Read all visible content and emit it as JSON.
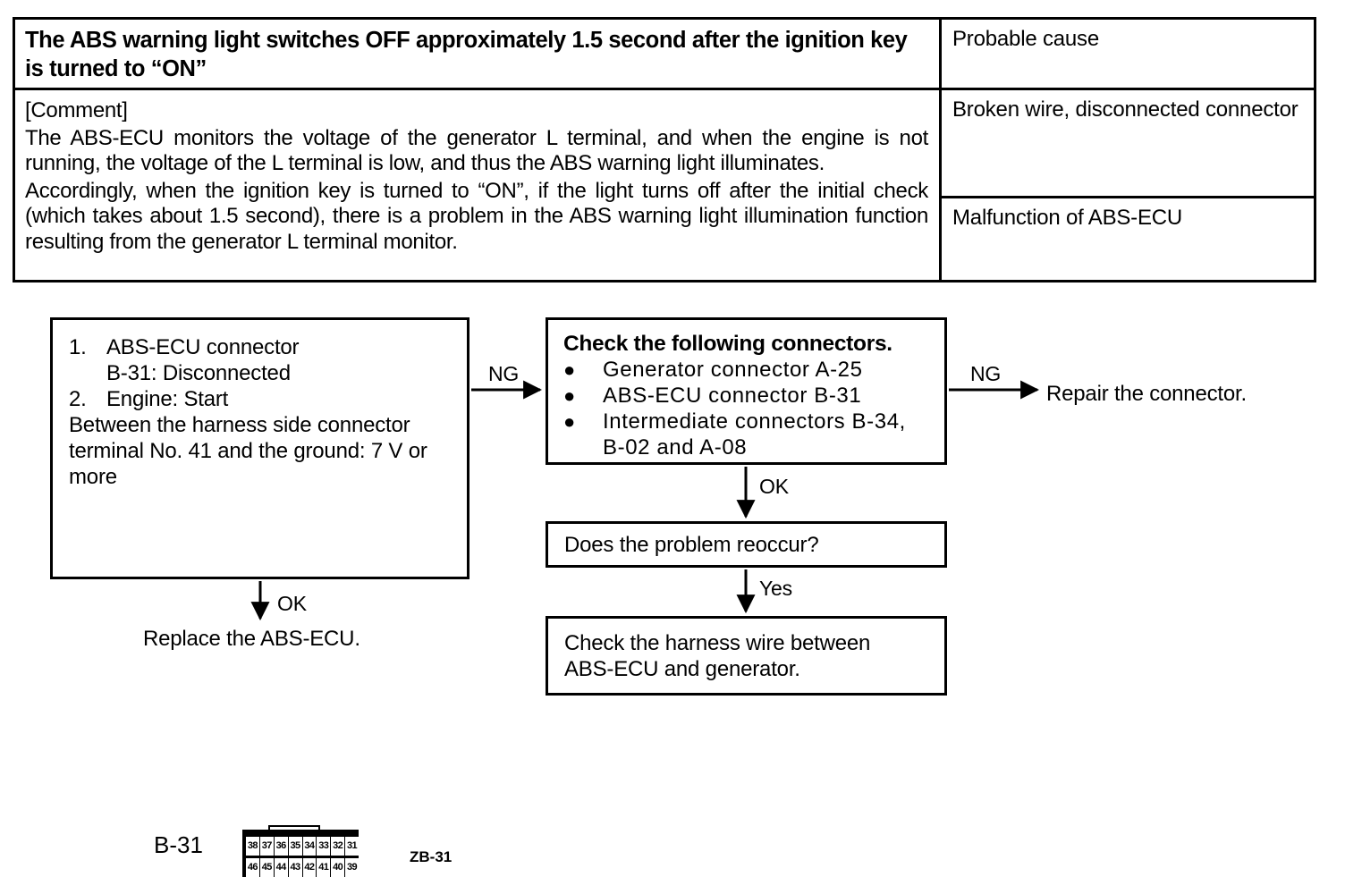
{
  "symptom_table": {
    "title": "The ABS warning light switches OFF approximately 1.5 second after the ignition key is turned to “ON”",
    "cause_header": "Probable cause",
    "comment_label": "[Comment]",
    "comment_paragraph_1": "The ABS-ECU monitors the voltage of the generator L terminal, and when the engine is not running, the voltage of the L terminal is low, and thus the ABS warning light illuminates.",
    "comment_paragraph_2": "Accordingly, when the ignition key is turned to “ON”, if the light turns off after the initial check (which takes about 1.5 second), there is a problem in the ABS warning light illumination function resulting from the generator L terminal monitor.",
    "causes": [
      "Broken wire, disconnected connector",
      "Malfunction of ABS-ECU"
    ]
  },
  "flowchart": {
    "test_box": {
      "step_1_num": "1.",
      "step_1_line_1": "ABS-ECU connector",
      "step_1_line_2": "B-31: Disconnected",
      "step_2_num": "2.",
      "step_2_line_1": "Engine: Start",
      "measurement": "Between the harness side connector terminal No. 41 and the ground: 7 V or more",
      "connector_label": "B-31",
      "connector_code": "ZB-31",
      "pins_top": [
        "38",
        "37",
        "36",
        "35",
        "34",
        "33",
        "32",
        "31"
      ],
      "pins_bottom": [
        "46",
        "45",
        "44",
        "43",
        "42",
        "41",
        "40",
        "39"
      ]
    },
    "check_box": {
      "title": "Check the following connectors.",
      "items": [
        "Generator  connector  A-25",
        "ABS-ECU  connector  B-31",
        "Intermediate connectors B-34,"
      ],
      "item_3_continuation": "B-02  and  A-08",
      "bullet_glyph": "●"
    },
    "reoccur_box": "Does the problem reoccur?",
    "harness_box_line_1": "Check the harness wire between",
    "harness_box_line_2": "ABS-ECU and generator.",
    "replace_text": "Replace the ABS-ECU.",
    "repair_text": "Repair the connector.",
    "labels": {
      "ng_1": "NG",
      "ng_2": "NG",
      "ok_1": "OK",
      "ok_2": "OK",
      "yes": "Yes"
    }
  }
}
